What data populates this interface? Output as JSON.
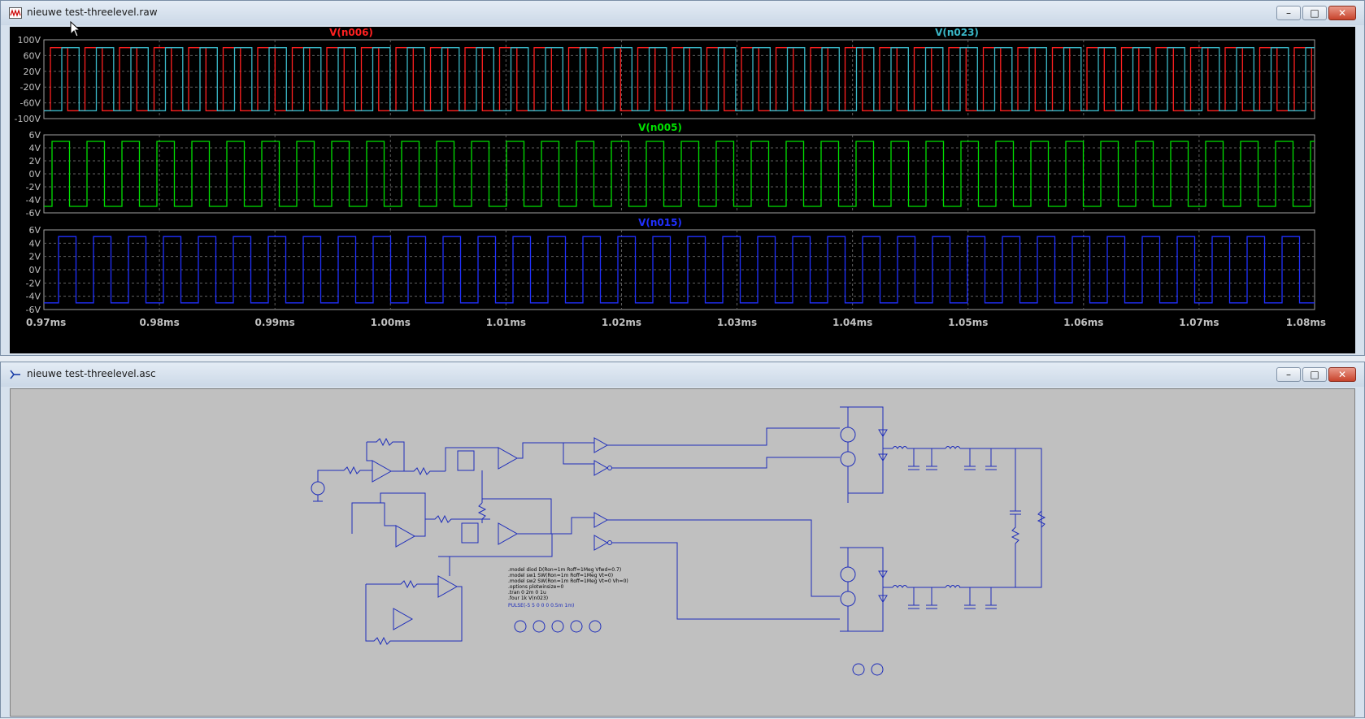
{
  "waveform_window": {
    "title": "nieuwe test-threelevel.raw",
    "panes": [
      {
        "trace": "V(n006)",
        "trace_color": "#ff2020",
        "trace2": "V(n023)",
        "trace2_color": "#3ab8c8",
        "yticks": [
          "100V",
          "60V",
          "20V",
          "-20V",
          "-60V",
          "-100V"
        ],
        "levels": [
          80,
          -80
        ],
        "ylim": [
          -100,
          100
        ]
      },
      {
        "trace": "V(n005)",
        "trace_color": "#00e000",
        "yticks": [
          "6V",
          "4V",
          "2V",
          "0V",
          "-2V",
          "-4V",
          "-6V"
        ],
        "levels": [
          5,
          -5
        ],
        "ylim": [
          -6,
          6
        ]
      },
      {
        "trace": "V(n015)",
        "trace_color": "#2030ff",
        "yticks": [
          "6V",
          "4V",
          "2V",
          "0V",
          "-2V",
          "-4V",
          "-6V"
        ],
        "levels": [
          5,
          -5
        ],
        "ylim": [
          -6,
          6
        ]
      }
    ],
    "xticks": [
      "0.97ms",
      "0.98ms",
      "0.99ms",
      "1.00ms",
      "1.01ms",
      "1.02ms",
      "1.03ms",
      "1.04ms",
      "1.05ms",
      "1.06ms",
      "1.07ms",
      "1.08ms"
    ],
    "xlim": [
      0.97,
      1.08
    ],
    "grid_color": "#606060",
    "axis_label_color": "#c0c0c0"
  },
  "schematic_window": {
    "title": "nieuwe test-threelevel.asc",
    "spice_directives": [
      ".model diod D(Ron=1m Roff=1Meg Vfwd=0.7)",
      ".model sw1 SW(Ron=1m Roff=1Meg Vt=0)",
      ".model sw2 SW(Ron=1m Roff=1Meg Vt=0 Vh=0)",
      ".options plotwinsize=0",
      ".tran 0 2m 0 1u",
      ".four 1k V(n023)",
      "PULSE(-5 5 0 0 0 0.5m 1m)"
    ]
  },
  "window_controls": {
    "minimize": "–",
    "maximize": "□",
    "close": "✕"
  }
}
